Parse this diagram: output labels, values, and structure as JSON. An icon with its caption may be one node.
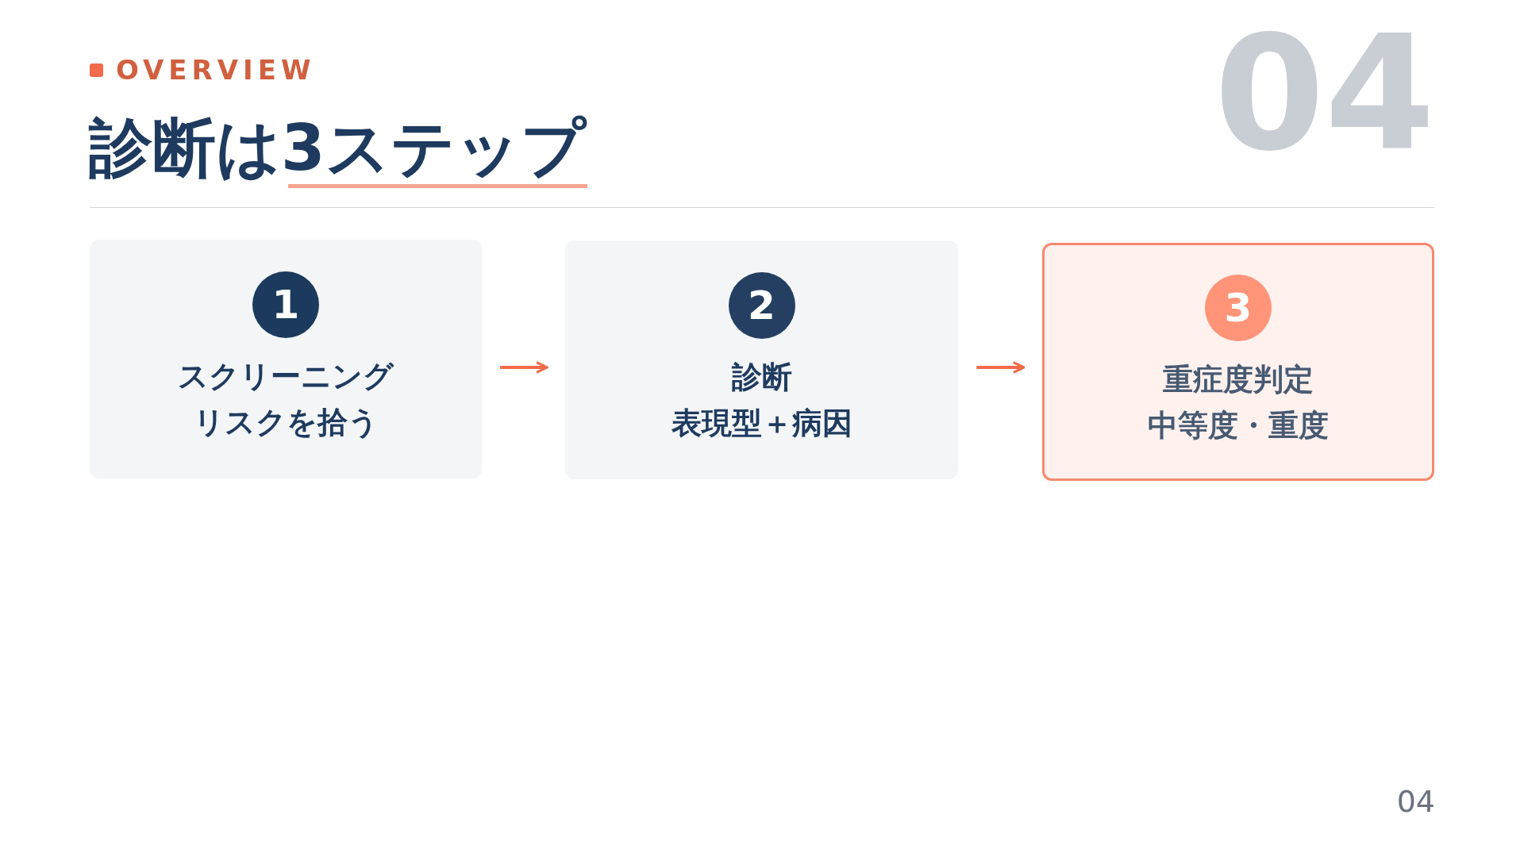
{
  "diagram": {
    "title": "診断は3ステップ",
    "nodes": [
      {
        "text": [
          "1",
          "スクリーニング",
          "リスクを拾う"
        ]
      },
      {
        "text": [
          "2",
          "診断",
          "表現型＋病因"
        ]
      },
      {
        "text": [
          "3",
          "重症度判定",
          "中等度・重度"
        ]
      }
    ],
    "edges": [
      {
        "from": 0,
        "to": 1,
        "arrow": "to"
      },
      {
        "from": 1,
        "to": 2,
        "arrow": "to"
      }
    ],
    "labels": [
      "OVERVIEW",
      "04",
      "04"
    ]
  }
}
